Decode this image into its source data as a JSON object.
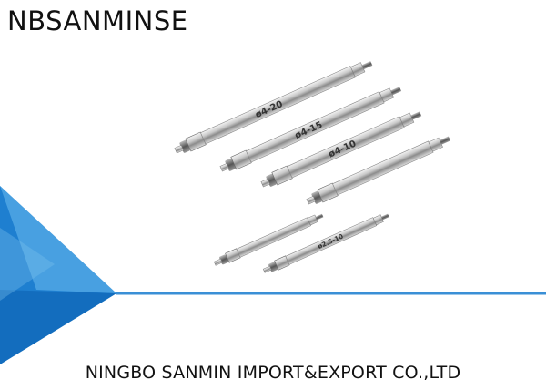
{
  "brand": {
    "name": "NBSANMINSE"
  },
  "colors": {
    "accent_blue": "#1e7fd0",
    "accent_blue_light": "#5aaee8",
    "accent_blue_dark": "#0b5fae",
    "divider_line": "#3a8fd6",
    "text": "#111111"
  },
  "product": {
    "image": "pen-type-mini-pneumatic-cylinders",
    "cylinders": [
      {
        "marking": "ø4-20"
      },
      {
        "marking": "ø4-15"
      },
      {
        "marking": "ø4-10"
      },
      {
        "marking": ""
      },
      {
        "marking": ""
      },
      {
        "marking": "ø2.5-10"
      }
    ]
  },
  "footer": {
    "company_name": "NINGBO SANMIN IMPORT&EXPORT CO.,LTD"
  }
}
